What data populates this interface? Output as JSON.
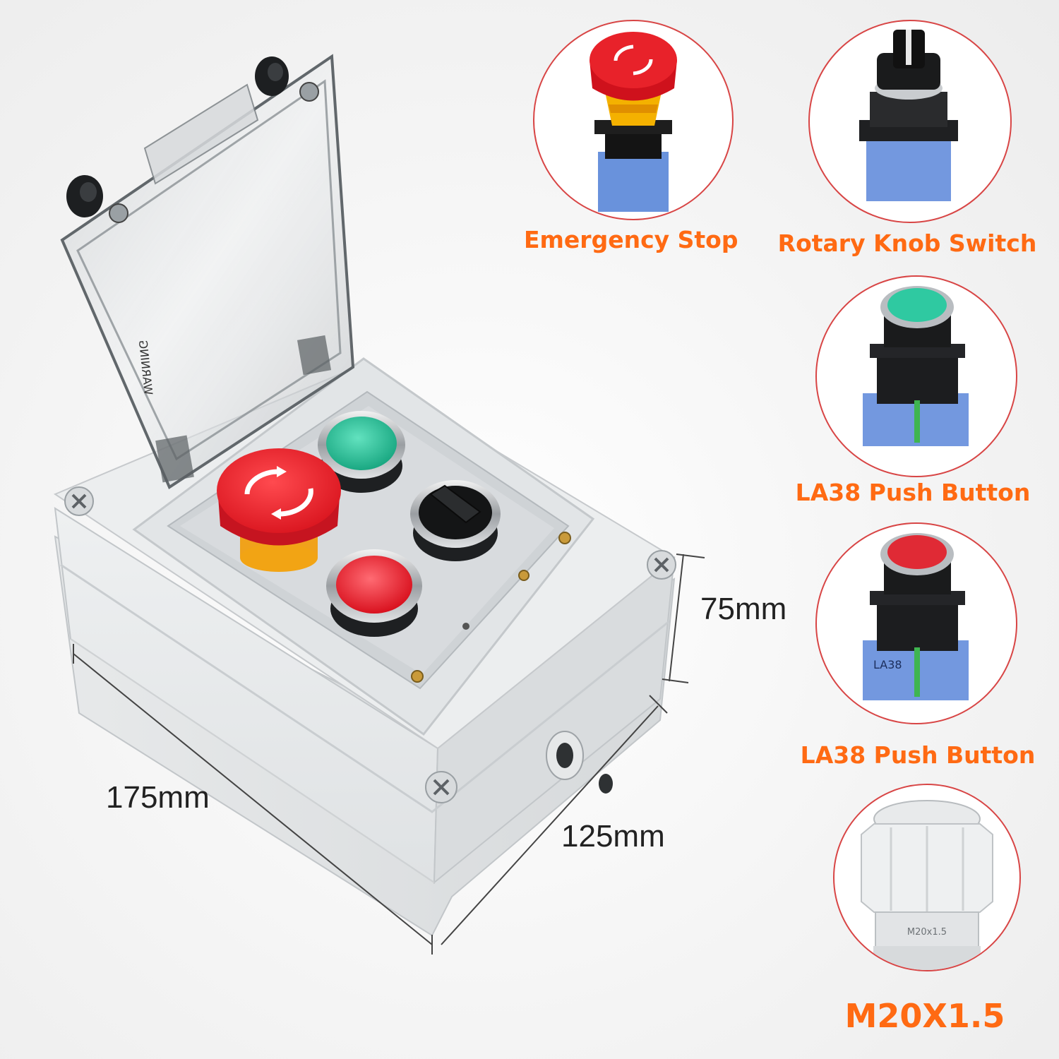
{
  "components": [
    {
      "label": "Emergency Stop"
    },
    {
      "label": "Rotary Knob Switch"
    },
    {
      "label": "LA38 Push Button"
    },
    {
      "label": "LA38 Push Button"
    },
    {
      "label": "M20X1.5"
    }
  ],
  "dimensions": {
    "length": "175mm",
    "width": "125mm",
    "height": "75mm"
  },
  "product_marks": {
    "gland_thread": "M20x1.5",
    "block_mark": "LA38",
    "lid_warning": "WARNING"
  },
  "colors": {
    "label_orange": "#ff6a13",
    "circle_border": "#d84545",
    "estop_red": "#e8222a",
    "estop_yellow": "#f2a414",
    "button_green": "#2fc9a1",
    "button_red": "#e02a35",
    "module_blue": "#5b86d9",
    "enclosure_grey": "#e4e6e8"
  }
}
